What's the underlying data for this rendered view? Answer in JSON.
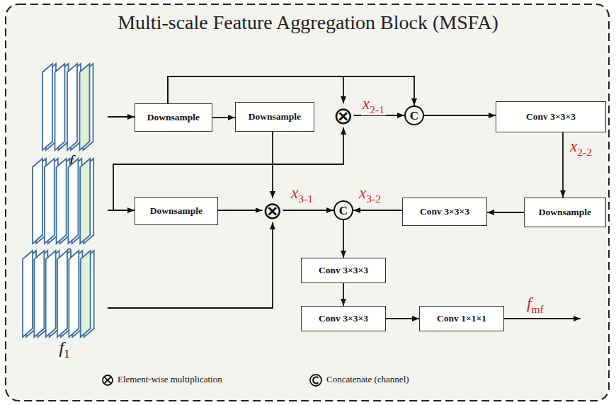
{
  "diagram": {
    "title": "Multi-scale Feature Aggregation Block (MSFA)",
    "nodes": [
      {
        "text": [
          "f3"
        ]
      },
      {
        "text": [
          "Downsample"
        ]
      },
      {
        "text": [
          "Downsample"
        ]
      },
      {
        "text": [
          "⊗"
        ]
      },
      {
        "text": [
          "C"
        ]
      },
      {
        "text": [
          "Conv 3×3×3"
        ]
      },
      {
        "text": [
          "f2"
        ]
      },
      {
        "text": [
          "Downsample"
        ]
      },
      {
        "text": [
          "⊗"
        ]
      },
      {
        "text": [
          "C"
        ]
      },
      {
        "text": [
          "Conv 3×3×3"
        ]
      },
      {
        "text": [
          "Downsample"
        ]
      },
      {
        "text": [
          "f1"
        ]
      },
      {
        "text": [
          "Conv 3×3×3"
        ]
      },
      {
        "text": [
          "Conv 3×3×3"
        ]
      },
      {
        "text": [
          "Conv 1×1×1"
        ]
      }
    ],
    "edges": [
      {
        "from": 0,
        "to": 1,
        "arrow": "to"
      },
      {
        "from": 1,
        "to": 2,
        "arrow": "to"
      },
      {
        "from": 1,
        "to": 3,
        "arrow": "to"
      },
      {
        "from": 1,
        "to": 4,
        "arrow": "to"
      },
      {
        "from": 2,
        "to": 8,
        "arrow": "to"
      },
      {
        "from": 6,
        "to": 3,
        "arrow": "to"
      },
      {
        "from": 6,
        "to": 7,
        "arrow": "to"
      },
      {
        "from": 7,
        "to": 8,
        "arrow": "to"
      },
      {
        "from": 12,
        "to": 8,
        "arrow": "to"
      },
      {
        "from": 3,
        "to": 4,
        "label": "x2-1",
        "arrow": "to"
      },
      {
        "from": 4,
        "to": 5,
        "arrow": "to"
      },
      {
        "from": 5,
        "to": 11,
        "label": "x2-2",
        "arrow": "to"
      },
      {
        "from": 11,
        "to": 10,
        "arrow": "to"
      },
      {
        "from": 10,
        "to": 9,
        "label": "x3-2",
        "arrow": "to"
      },
      {
        "from": 8,
        "to": 9,
        "label": "x3-1",
        "arrow": "to"
      },
      {
        "from": 9,
        "to": 13,
        "arrow": "to"
      },
      {
        "from": 13,
        "to": 14,
        "arrow": "to"
      },
      {
        "from": 14,
        "to": 15,
        "arrow": "to"
      }
    ],
    "labels": [
      "fmf"
    ],
    "legend": [
      {
        "text": "Element-wise multiplication"
      },
      {
        "text": "Concatenate (channel)"
      }
    ]
  }
}
